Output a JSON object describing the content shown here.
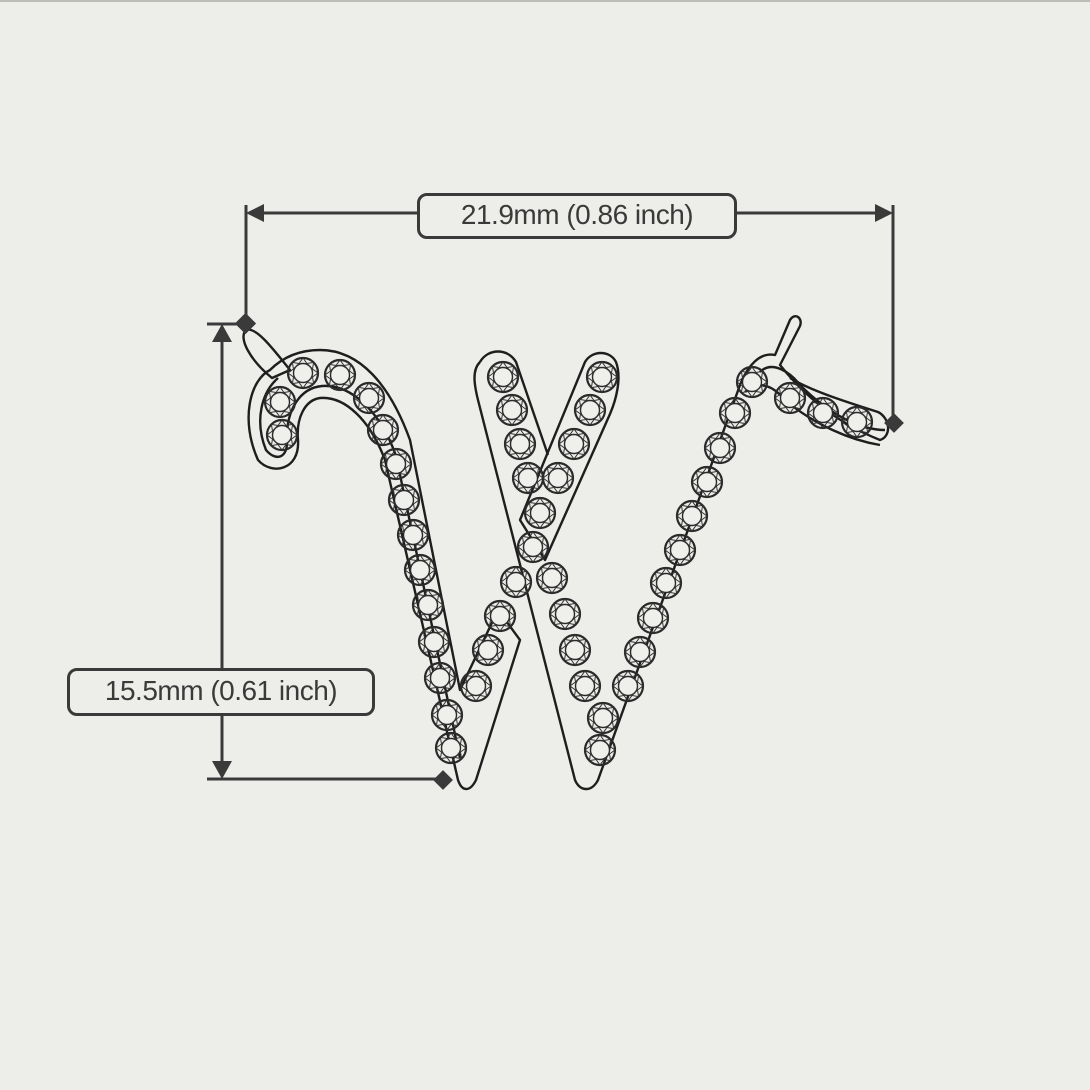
{
  "diagram": {
    "subject": "Letter W pendant with pavé-set round stones",
    "colors": {
      "background": "#ededea",
      "line": "#3a3a3a",
      "outline": "#1e1e1e"
    },
    "dimensions": {
      "width": {
        "label": "21.9mm (0.86 inch)",
        "value_mm": 21.9,
        "value_inch": 0.86,
        "orientation": "horizontal"
      },
      "height": {
        "label": "15.5mm (0.61 inch)",
        "value_mm": 15.5,
        "value_inch": 0.61,
        "orientation": "vertical"
      }
    },
    "markers": [
      "diamond-marker-top-left",
      "diamond-marker-right",
      "diamond-marker-bottom"
    ]
  }
}
